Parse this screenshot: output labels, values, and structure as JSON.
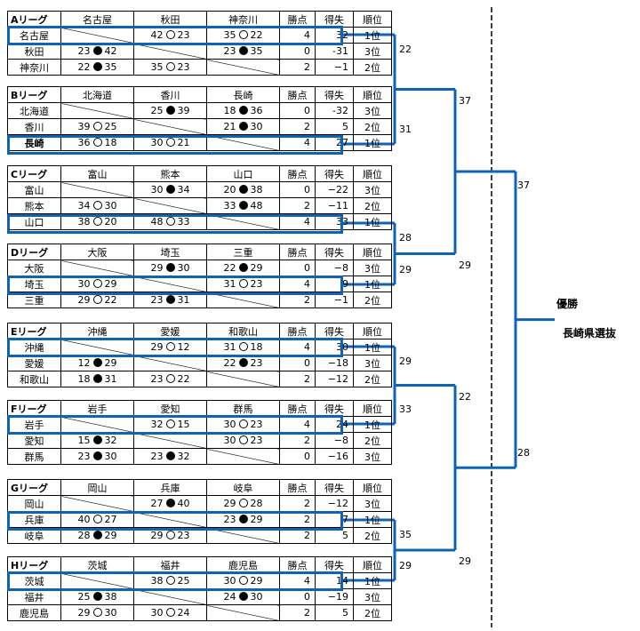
{
  "headers": {
    "won_points": "勝点",
    "goal_diff": "得失",
    "rank": "順位"
  },
  "marks": {
    "win": "○",
    "loss": "●"
  },
  "leagues": [
    {
      "name": "Aリーグ",
      "teams": [
        {
          "name": "名古屋",
          "cells": [
            null,
            {
              "us": 42,
              "res": "win",
              "them": 23
            },
            {
              "us": 35,
              "res": "win",
              "them": 22
            }
          ],
          "pts": "4",
          "gd": "32",
          "rank": "1位"
        },
        {
          "name": "秋田",
          "cells": [
            {
              "us": 23,
              "res": "loss",
              "them": 42
            },
            null,
            {
              "us": 23,
              "res": "loss",
              "them": 35
            }
          ],
          "pts": "0",
          "gd": "-31",
          "rank": "3位"
        },
        {
          "name": "神奈川",
          "cells": [
            {
              "us": 22,
              "res": "loss",
              "them": 35
            },
            {
              "us": 35,
              "res": "win",
              "them": 23
            },
            null
          ],
          "pts": "2",
          "gd": "−1",
          "rank": "2位"
        }
      ],
      "winner": 0
    },
    {
      "name": "Bリーグ",
      "teams": [
        {
          "name": "北海道",
          "cells": [
            null,
            {
              "us": 25,
              "res": "loss",
              "them": 39
            },
            {
              "us": 18,
              "res": "loss",
              "them": 36
            }
          ],
          "pts": "0",
          "gd": "-32",
          "rank": "3位"
        },
        {
          "name": "香川",
          "cells": [
            {
              "us": 39,
              "res": "win",
              "them": 25
            },
            null,
            {
              "us": 21,
              "res": "loss",
              "them": 30
            }
          ],
          "pts": "2",
          "gd": "5",
          "rank": "2位"
        },
        {
          "name": "長崎",
          "bold": true,
          "cells": [
            {
              "us": 36,
              "res": "win",
              "them": 18
            },
            {
              "us": 30,
              "res": "win",
              "them": 21
            },
            null
          ],
          "pts": "4",
          "gd": "27",
          "rank": "1位"
        }
      ],
      "winner": 2
    },
    {
      "name": "Cリーグ",
      "teams": [
        {
          "name": "富山",
          "cells": [
            null,
            {
              "us": 30,
              "res": "loss",
              "them": 34
            },
            {
              "us": 20,
              "res": "loss",
              "them": 38
            }
          ],
          "pts": "0",
          "gd": "−22",
          "rank": "3位"
        },
        {
          "name": "熊本",
          "cells": [
            {
              "us": 34,
              "res": "win",
              "them": 30
            },
            null,
            {
              "us": 33,
              "res": "loss",
              "them": 48
            }
          ],
          "pts": "2",
          "gd": "−11",
          "rank": "2位"
        },
        {
          "name": "山口",
          "cells": [
            {
              "us": 38,
              "res": "win",
              "them": 20
            },
            {
              "us": 48,
              "res": "win",
              "them": 33
            },
            null
          ],
          "pts": "4",
          "gd": "33",
          "rank": "1位"
        }
      ],
      "winner": 2
    },
    {
      "name": "Dリーグ",
      "teams": [
        {
          "name": "大阪",
          "cells": [
            null,
            {
              "us": 29,
              "res": "loss",
              "them": 30
            },
            {
              "us": 22,
              "res": "loss",
              "them": 29
            }
          ],
          "pts": "0",
          "gd": "−8",
          "rank": "3位"
        },
        {
          "name": "埼玉",
          "cells": [
            {
              "us": 30,
              "res": "win",
              "them": 29
            },
            null,
            {
              "us": 31,
              "res": "win",
              "them": 23
            }
          ],
          "pts": "4",
          "gd": "9",
          "rank": "1位"
        },
        {
          "name": "三重",
          "cells": [
            {
              "us": 29,
              "res": "win",
              "them": 22
            },
            {
              "us": 23,
              "res": "loss",
              "them": 31
            },
            null
          ],
          "pts": "2",
          "gd": "−1",
          "rank": "2位"
        }
      ],
      "winner": 1
    },
    {
      "name": "Eリーグ",
      "teams": [
        {
          "name": "沖縄",
          "cells": [
            null,
            {
              "us": 29,
              "res": "win",
              "them": 12
            },
            {
              "us": 31,
              "res": "win",
              "them": 18
            }
          ],
          "pts": "4",
          "gd": "30",
          "rank": "1位"
        },
        {
          "name": "愛媛",
          "cells": [
            {
              "us": 12,
              "res": "loss",
              "them": 29
            },
            null,
            {
              "us": 22,
              "res": "loss",
              "them": 23
            }
          ],
          "pts": "0",
          "gd": "−18",
          "rank": "3位"
        },
        {
          "name": "和歌山",
          "cells": [
            {
              "us": 18,
              "res": "loss",
              "them": 31
            },
            {
              "us": 23,
              "res": "win",
              "them": 22
            },
            null
          ],
          "pts": "2",
          "gd": "−12",
          "rank": "2位"
        }
      ],
      "winner": 0
    },
    {
      "name": "Fリーグ",
      "teams": [
        {
          "name": "岩手",
          "cells": [
            null,
            {
              "us": 32,
              "res": "win",
              "them": 15
            },
            {
              "us": 30,
              "res": "win",
              "them": 23
            }
          ],
          "pts": "4",
          "gd": "24",
          "rank": "1位"
        },
        {
          "name": "愛知",
          "cells": [
            {
              "us": 15,
              "res": "loss",
              "them": 32
            },
            null,
            {
              "us": 30,
              "res": "win",
              "them": 23
            }
          ],
          "pts": "2",
          "gd": "−8",
          "rank": "2位"
        },
        {
          "name": "群馬",
          "cells": [
            {
              "us": 23,
              "res": "loss",
              "them": 30
            },
            {
              "us": 23,
              "res": "loss",
              "them": 32
            },
            null
          ],
          "pts": "0",
          "gd": "−16",
          "rank": "3位"
        }
      ],
      "winner": 0
    },
    {
      "name": "Gリーグ",
      "teams": [
        {
          "name": "岡山",
          "cells": [
            null,
            {
              "us": 27,
              "res": "loss",
              "them": 40
            },
            {
              "us": 29,
              "res": "win",
              "them": 28
            }
          ],
          "pts": "2",
          "gd": "−12",
          "rank": "3位"
        },
        {
          "name": "兵庫",
          "cells": [
            {
              "us": 40,
              "res": "win",
              "them": 27
            },
            null,
            {
              "us": 23,
              "res": "loss",
              "them": 29
            }
          ],
          "pts": "2",
          "gd": "7",
          "rank": "1位"
        },
        {
          "name": "岐阜",
          "cells": [
            {
              "us": 28,
              "res": "loss",
              "them": 29
            },
            {
              "us": 29,
              "res": "win",
              "them": 23
            },
            null
          ],
          "pts": "2",
          "gd": "5",
          "rank": "2位"
        }
      ],
      "winner": 1
    },
    {
      "name": "Hリーグ",
      "teams": [
        {
          "name": "茨城",
          "cells": [
            null,
            {
              "us": 38,
              "res": "win",
              "them": 25
            },
            {
              "us": 30,
              "res": "win",
              "them": 29
            }
          ],
          "pts": "4",
          "gd": "14",
          "rank": "1位"
        },
        {
          "name": "福井",
          "cells": [
            {
              "us": 25,
              "res": "loss",
              "them": 38
            },
            null,
            {
              "us": 24,
              "res": "loss",
              "them": 30
            }
          ],
          "pts": "0",
          "gd": "−19",
          "rank": "3位"
        },
        {
          "name": "鹿児島",
          "cells": [
            {
              "us": 29,
              "res": "win",
              "them": 30
            },
            {
              "us": 30,
              "res": "win",
              "them": 24
            },
            null
          ],
          "pts": "2",
          "gd": "5",
          "rank": "2位"
        }
      ],
      "winner": 0
    }
  ],
  "bracket": {
    "round1": [
      {
        "top": "22",
        "bottom": "31"
      },
      {
        "top": "28",
        "bottom": "29"
      },
      {
        "top": "29",
        "bottom": "33"
      },
      {
        "top": "35",
        "bottom": "29"
      }
    ],
    "semis": [
      {
        "top": "37",
        "bottom": "29"
      },
      {
        "top": "22",
        "bottom": "29"
      }
    ],
    "final": {
      "top": "37",
      "bottom": "28"
    },
    "champion_label": "優勝",
    "champion_team": "長崎県選抜"
  }
}
